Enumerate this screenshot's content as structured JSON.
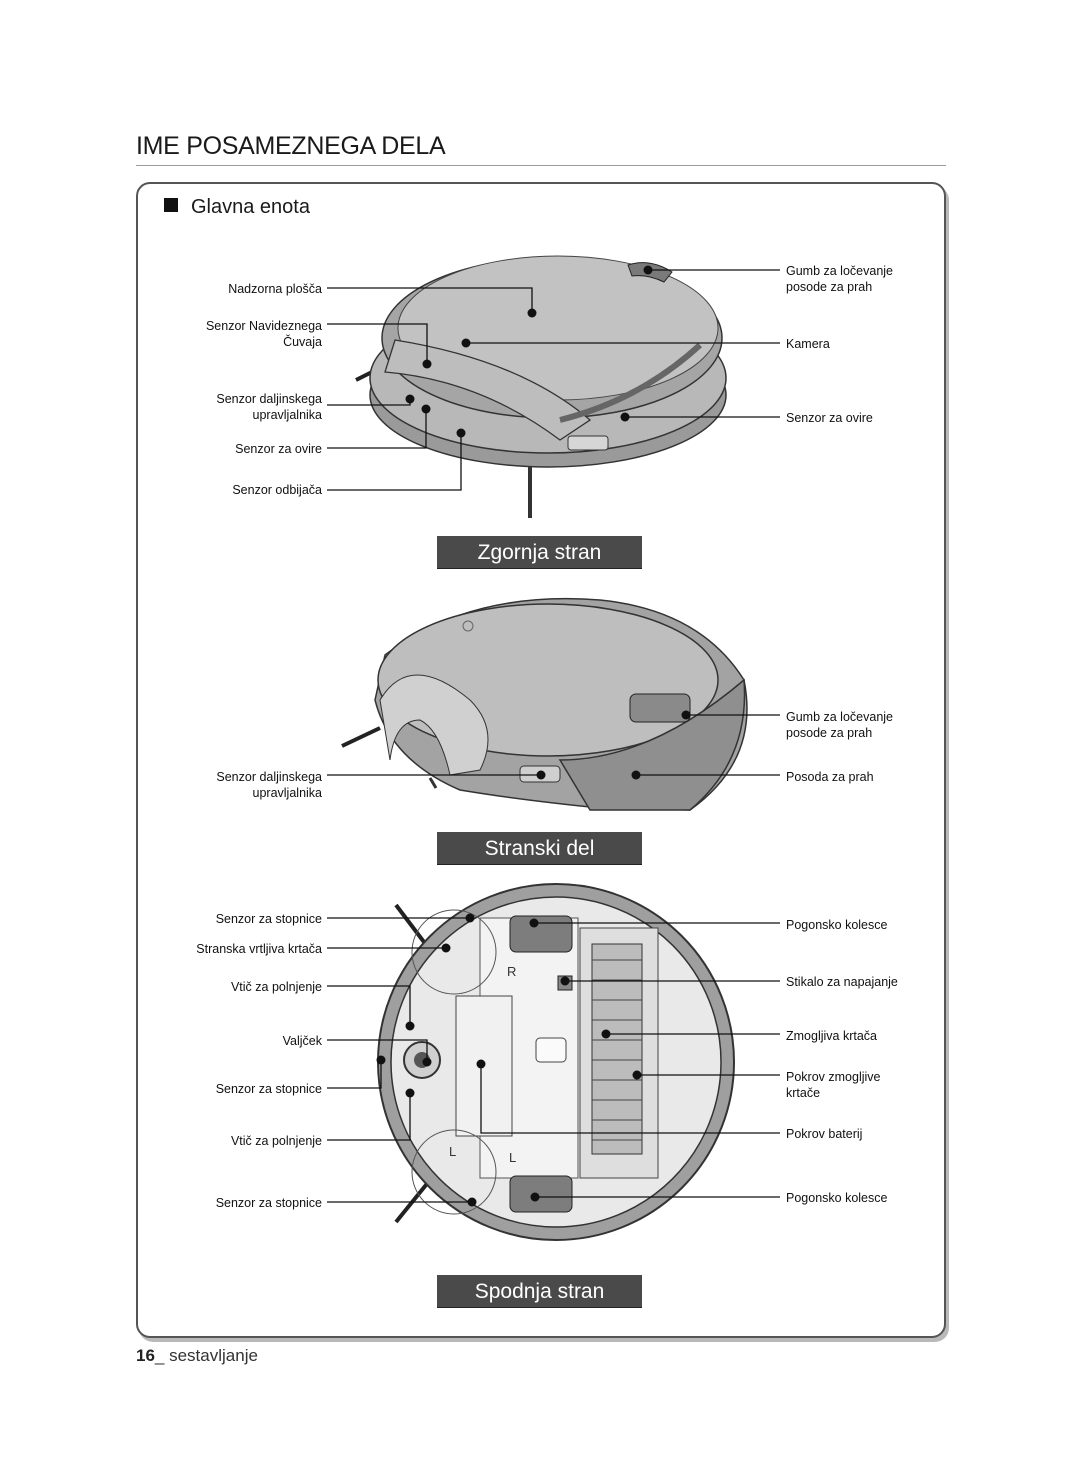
{
  "page": {
    "title": "IME POSAMEZNEGA DELA",
    "section": "Glavna enota",
    "footer_number": "16",
    "footer_text": "_ sestavljanje"
  },
  "views": {
    "top": {
      "banner": "Zgornja stran",
      "labels_left": [
        "Nadzorna plošča",
        "Senzor Navideznega\nČuvaja",
        "Senzor daljinskega\nupravljalnika",
        "Senzor za ovire",
        "Senzor odbijača"
      ],
      "labels_right": [
        "Gumb za ločevanje\nposode za prah",
        "Kamera",
        "Senzor za ovire"
      ]
    },
    "side": {
      "banner": "Stranski del",
      "labels_left": [
        "Senzor daljinskega\nupravljalnika"
      ],
      "labels_right": [
        "Gumb za ločevanje\nposode za prah",
        "Posoda za prah"
      ]
    },
    "bottom": {
      "banner": "Spodnja stran",
      "labels_left": [
        "Senzor za stopnice",
        "Stranska vrtljiva krtača",
        "Vtič za polnjenje",
        "Valjček",
        "Senzor za stopnice",
        "Vtič za polnjenje",
        "Senzor za stopnice"
      ],
      "labels_right": [
        "Pogonsko kolesce",
        "Stikalo za napajanje",
        "Zmogljiva krtača",
        "Pokrov zmogljive\nkrtače",
        "Pokrov baterij",
        "Pogonsko kolesce"
      ]
    }
  }
}
